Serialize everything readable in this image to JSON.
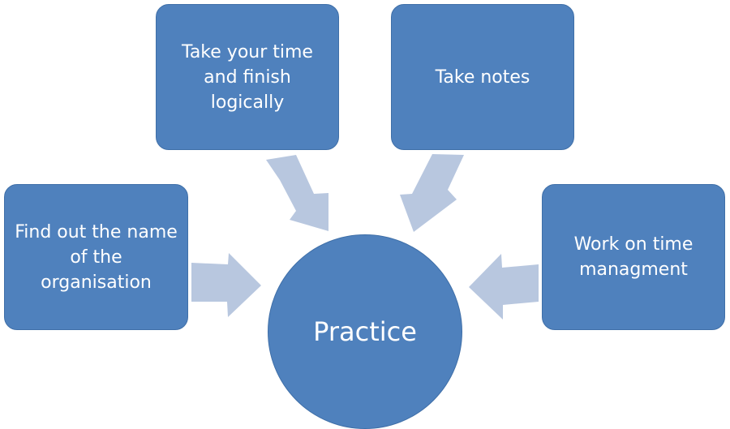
{
  "diagram": {
    "center": {
      "label": "Practice"
    },
    "boxes": {
      "left": {
        "label": "Find out the name of the organisation"
      },
      "top_left": {
        "label": "Take your time and finish logically"
      },
      "top_right": {
        "label": "Take notes"
      },
      "right": {
        "label": "Work on time managment"
      }
    },
    "colors": {
      "node_fill": "#4f81bd",
      "node_border": "#3f6fa8",
      "arrow_fill": "#b8c7df",
      "text": "#ffffff"
    }
  }
}
